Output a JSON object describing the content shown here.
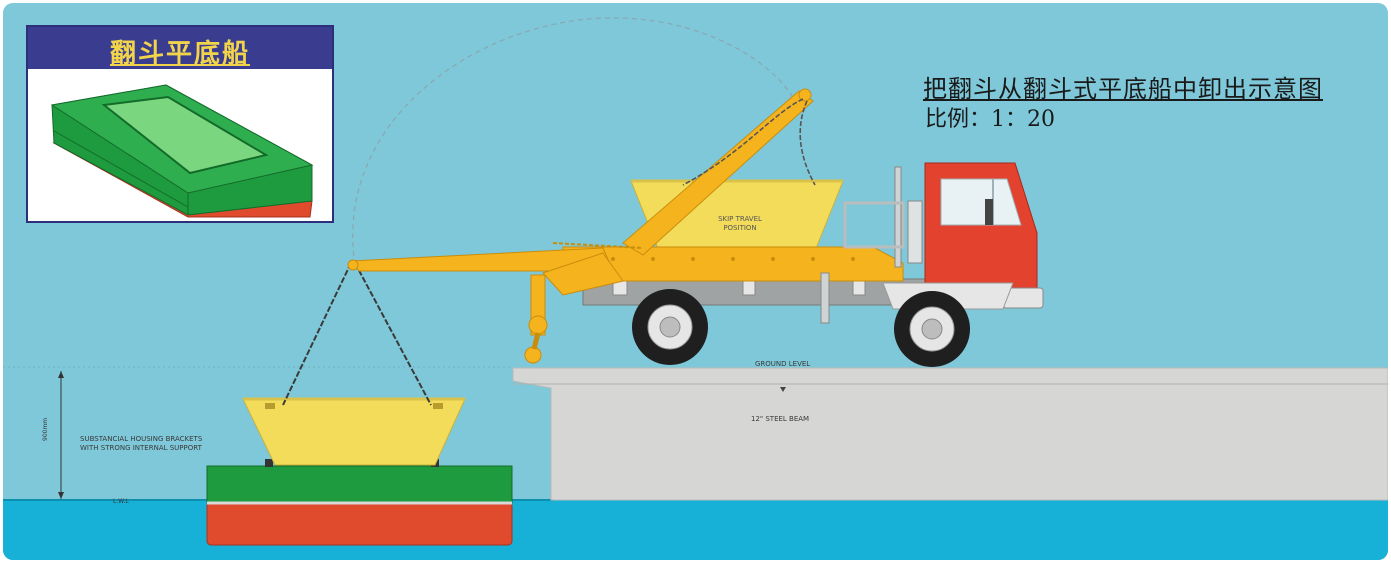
{
  "inset": {
    "title": "翻斗平底船"
  },
  "header": {
    "title": "把翻斗从翻斗式平底船中卸出示意图",
    "scale": "比例：1：20"
  },
  "labels": {
    "skip_travel_line1": "SKIP TRAVEL",
    "skip_travel_line2": "POSITION",
    "ground_level": "GROUND LEVEL",
    "steel_beam": "12\" STEEL BEAM",
    "support_line1": "SUBSTANCIAL HOUSING BRACKETS",
    "support_line2": "WITH STRONG INTERNAL SUPPORT",
    "dimension": "900mm",
    "lwl": "L.W.L"
  },
  "colors": {
    "sky": "#7ec8d9",
    "water": "#17b0d6",
    "barge_green": "#1e9b3f",
    "barge_red": "#e04b2e",
    "skip_yellow": "#f2dc5a",
    "crane_orange": "#f5b41e",
    "cab_red": "#e2422e",
    "quay_grey": "#d6d7d5",
    "inset_header": "#3a3d8f"
  }
}
